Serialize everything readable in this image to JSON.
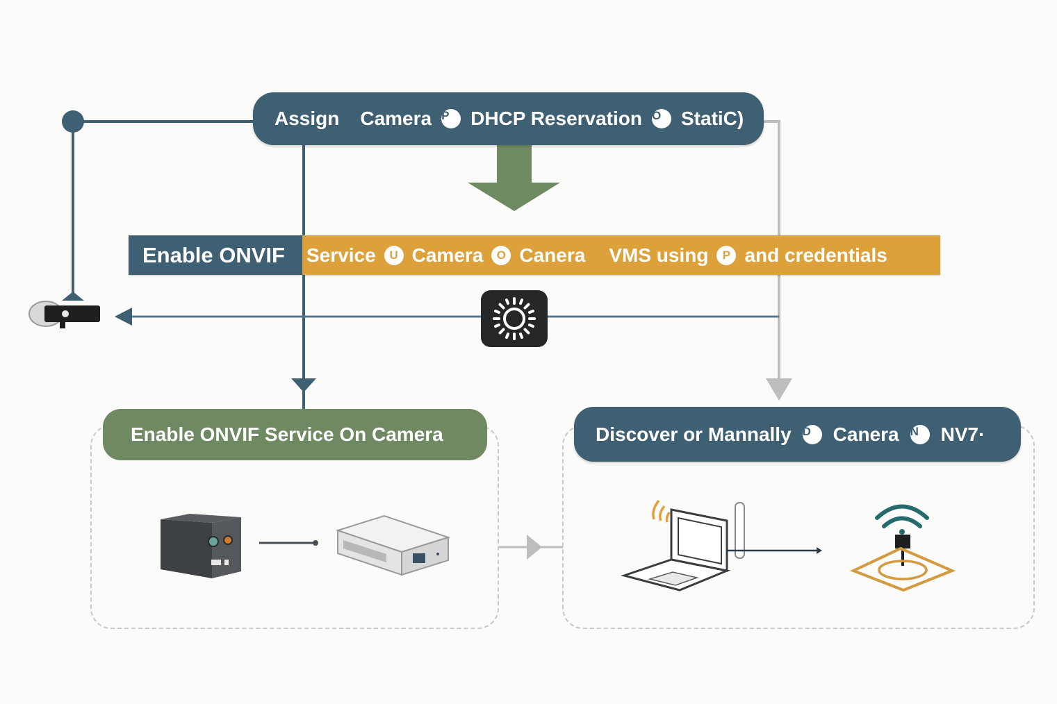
{
  "steps": {
    "assign": {
      "words": [
        "Assign",
        "Camera"
      ],
      "badge1": "P",
      "part2": "DHCP Reservation",
      "badge2": "O",
      "part3": "StatiC)"
    },
    "enable_bar": {
      "left_label": "Enable ONVIF",
      "right_part1": "Service",
      "badge1": "U",
      "right_part2": "Camera",
      "badge2": "O",
      "right_part3": "Canera",
      "right_part4": "VMS using",
      "badge3": "P",
      "right_part5": "and credentials"
    }
  },
  "panels": {
    "left": {
      "title": "Enable ONVIF Service On Camera"
    },
    "right": {
      "title_part1": "Discover or Mannally",
      "badge1": "D",
      "title_part2": "Canera",
      "badge2": "N",
      "title_part3": "NV7·"
    }
  },
  "icons": {
    "camera_left": "security-camera-icon",
    "settings": "sun-gear-icon",
    "nvr_box": "camera-box-icon",
    "switch": "network-switch-icon",
    "laptop": "laptop-wifi-icon",
    "access_point": "wifi-access-point-icon"
  },
  "colors": {
    "slate_blue": "#3f5f73",
    "green": "#6f8a62",
    "amber": "#dca13a",
    "dark": "#242628",
    "gray_line": "#bdbdbd"
  }
}
